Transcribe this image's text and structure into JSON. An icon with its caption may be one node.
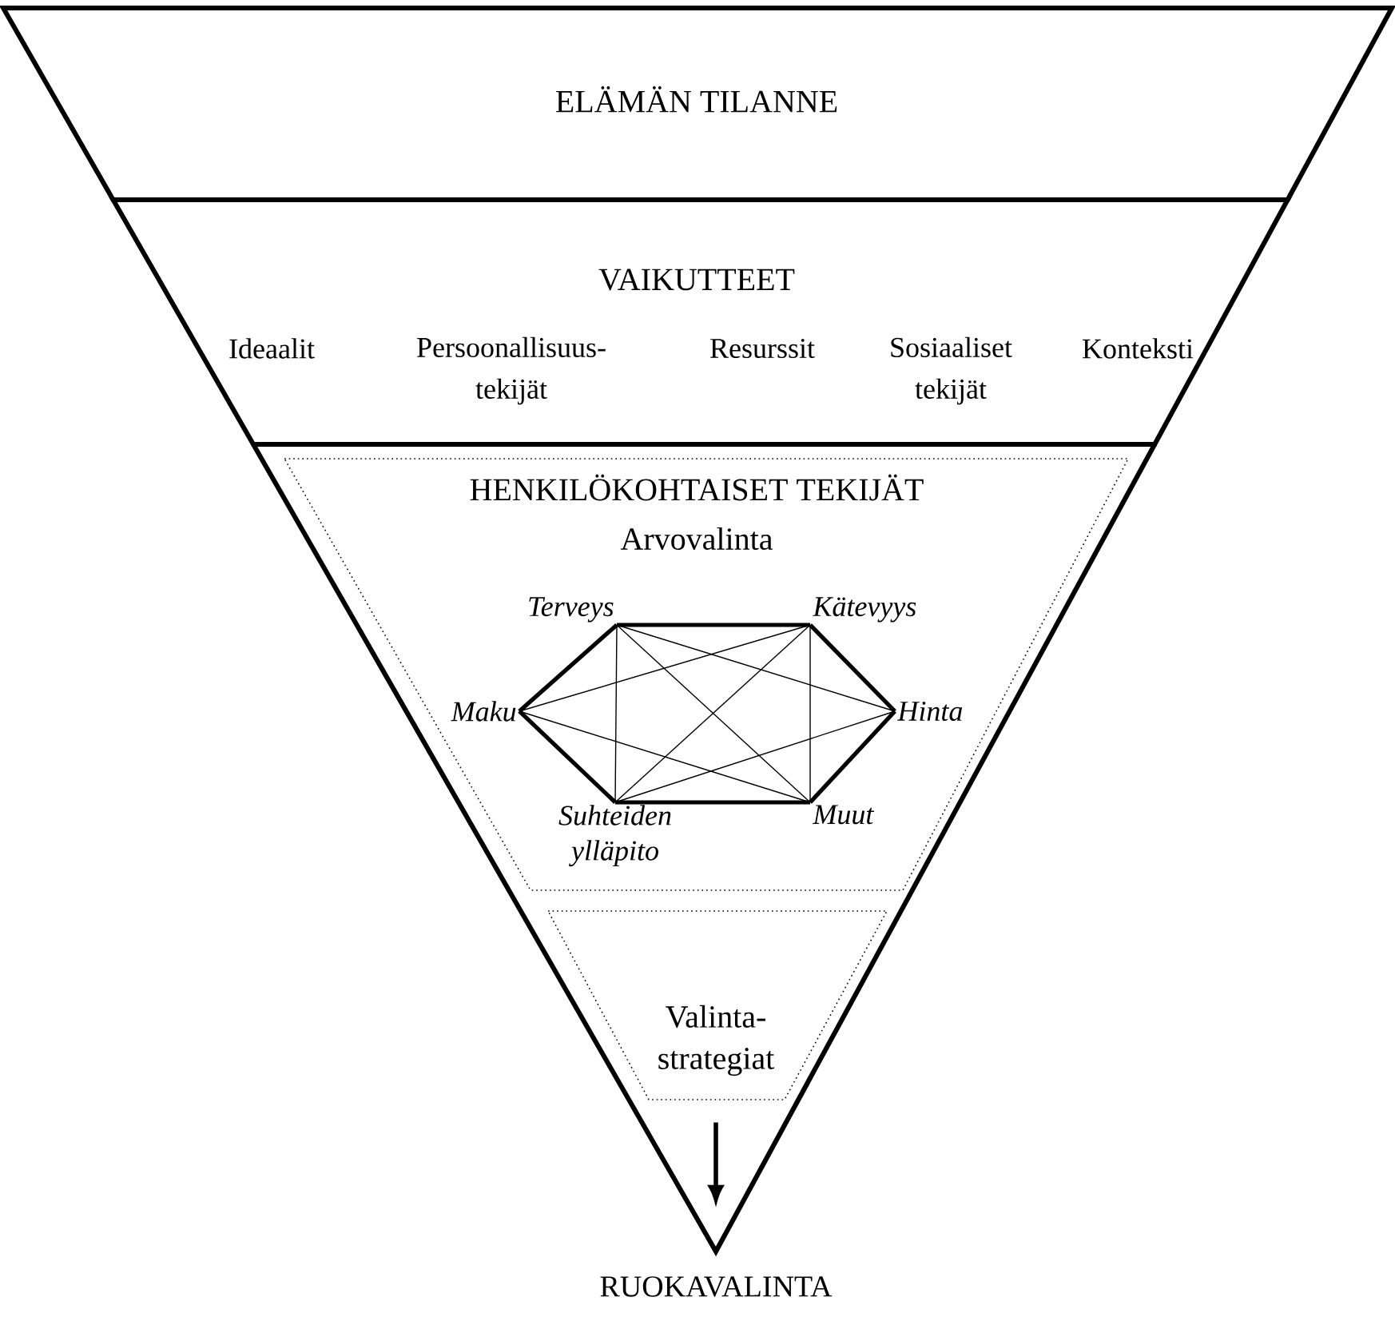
{
  "diagram": {
    "nodes": [
      {
        "text": [
          "ELÄMÄN TILANNE"
        ]
      },
      {
        "text": [
          "VAIKUTTEET",
          "Ideaalit",
          "Persoonallisuus- tekijät",
          "Resurssit",
          "Sosiaaliset tekijät",
          "Konteksti"
        ]
      },
      {
        "text": [
          "HENKILÖKOHTAISET TEKIJÄT",
          "Arvovalinta"
        ]
      },
      {
        "text": [
          "Terveys"
        ],
        "in": 2
      },
      {
        "text": [
          "Kätevyys"
        ],
        "in": 2
      },
      {
        "text": [
          "Maku"
        ],
        "in": 2
      },
      {
        "text": [
          "Hinta"
        ],
        "in": 2
      },
      {
        "text": [
          "Suhteiden ylläpito"
        ],
        "in": 2
      },
      {
        "text": [
          "Muut"
        ],
        "in": 2
      },
      {
        "text": [
          "Valinta- strategiat"
        ]
      },
      {
        "text": [
          "RUOKAVALINTA"
        ]
      }
    ],
    "edges": [
      {
        "from": 5,
        "to": 3,
        "arrow": "none",
        "style": "thick"
      },
      {
        "from": 3,
        "to": 4,
        "arrow": "none",
        "style": "thick"
      },
      {
        "from": 4,
        "to": 6,
        "arrow": "none",
        "style": "thick"
      },
      {
        "from": 6,
        "to": 8,
        "arrow": "none",
        "style": "thick"
      },
      {
        "from": 8,
        "to": 7,
        "arrow": "none",
        "style": "thick"
      },
      {
        "from": 7,
        "to": 5,
        "arrow": "none",
        "style": "thick"
      },
      {
        "from": 3,
        "to": 7,
        "arrow": "none"
      },
      {
        "from": 4,
        "to": 8,
        "arrow": "none"
      },
      {
        "from": 3,
        "to": 8,
        "arrow": "none"
      },
      {
        "from": 4,
        "to": 7,
        "arrow": "none"
      },
      {
        "from": 5,
        "to": 4,
        "arrow": "none"
      },
      {
        "from": 5,
        "to": 8,
        "arrow": "none"
      },
      {
        "from": 3,
        "to": 6,
        "arrow": "none"
      },
      {
        "from": 7,
        "to": 6,
        "arrow": "none"
      },
      {
        "from": 9,
        "to": 10,
        "arrow": "to",
        "style": "thick"
      }
    ]
  }
}
